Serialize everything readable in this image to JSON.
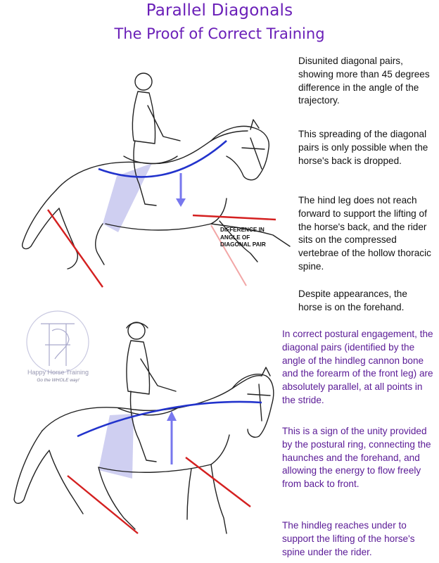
{
  "title": "Parallel Diagonals",
  "subtitle": "The Proof of Correct Training",
  "top_paragraphs": [
    "Disunited diagonal pairs, showing more than 45 degrees difference in the angle of the trajectory.",
    "This spreading of the diagonal pairs is only possible when the horse's back is dropped.",
    "The hind leg does not reach forward to support the lifting of the horse's back, and the rider sits on the compressed vertebrae of the hollow thoracic spine.",
    "Despite appearances, the horse is on the forehand."
  ],
  "bottom_paragraphs": [
    "In correct postural engagement, the diagonal pairs (identified by the angle of the hindleg cannon bone and the forearm of the front leg) are absolutely parallel, at all points in the stride.",
    "This is a sign of the unity provided by the postural ring, connecting the haunches and the forehand, and allowing the energy to flow freely from back to front.",
    "The hindleg reaches under to support the lifting of the horse's spine under the rider."
  ],
  "diagram_label": "DIFFERENCE IN ANGLE OF DIAGONAL PAIR",
  "logo": {
    "name": "Happy Horse Training",
    "tagline": "Go the WHOLE way!"
  },
  "colors": {
    "title": "#6a1fb8",
    "text_top": "#111111",
    "text_bottom": "#5a1a96",
    "blue_line": "#2233cc",
    "red_line": "#d42020",
    "arrow": "#7777ee",
    "shading": "#c9c9ef"
  }
}
